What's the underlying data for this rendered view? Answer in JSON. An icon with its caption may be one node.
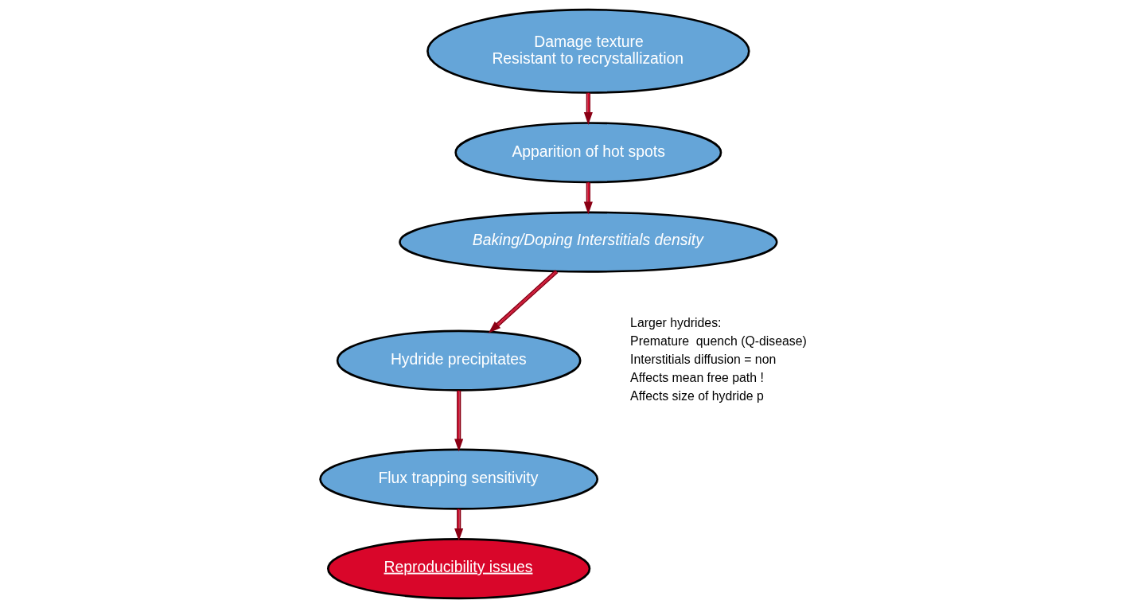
{
  "diagram": {
    "nodes": [
      {
        "text": [
          "Flux trapping sensitivity"
        ]
      },
      {
        "text": [
          "Reproducibility issues"
        ]
      },
      {
        "text": [
          "Damage texture",
          "Resistant to recrystallization"
        ]
      },
      {
        "text": [
          "Hydride precipitates"
        ]
      },
      {
        "text": [
          "Apparition of hot spots"
        ]
      },
      {
        "text": [
          "Baking/Doping Interstitials density"
        ]
      }
    ],
    "edges": [
      {
        "from": 0,
        "to": 1,
        "arrow": "to"
      },
      {
        "from": 2,
        "to": 4,
        "arrow": "to"
      },
      {
        "from": 4,
        "to": 5,
        "arrow": "to"
      },
      {
        "from": 5,
        "to": 3,
        "arrow": "to"
      },
      {
        "from": 3,
        "to": 0,
        "arrow": "to"
      }
    ],
    "labels": [
      "Larger hydrides:",
      "Premature  quench (Q-disease)",
      "Interstitials diffusion = non",
      "Affects mean free path !",
      "Affects size of hydride p"
    ]
  }
}
